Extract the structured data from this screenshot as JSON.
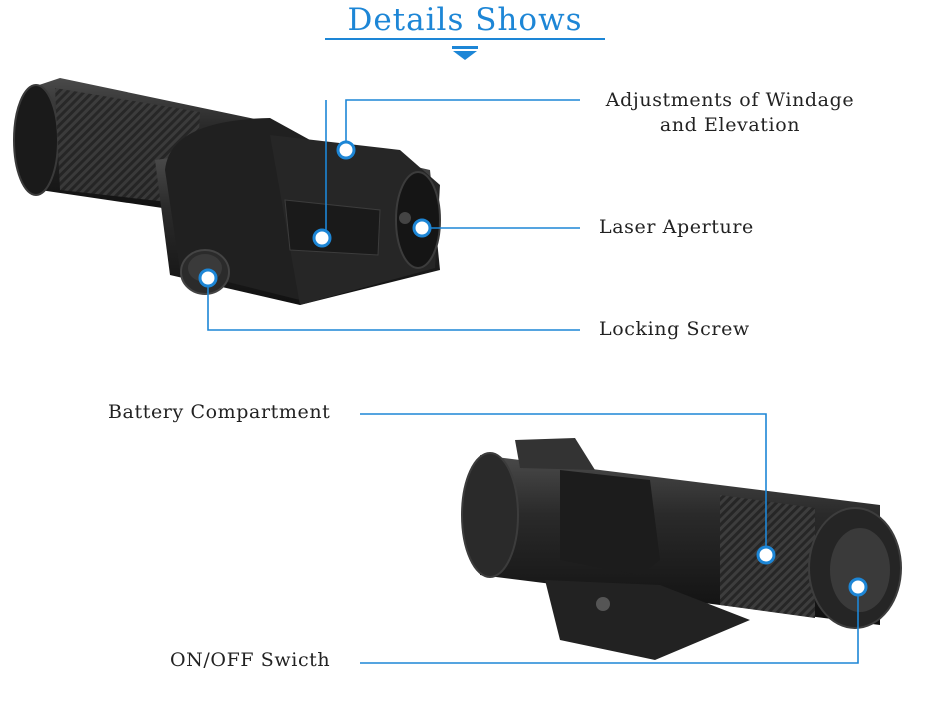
{
  "header": {
    "title": "Details Shows"
  },
  "callouts": {
    "adjustments": "Adjustments of Windage and Elevation",
    "laser_aperture": "Laser Aperture",
    "locking_screw": "Locking Screw",
    "battery": "Battery Compartment",
    "on_off": "ON/OFF Swicth"
  },
  "colors": {
    "accent": "#1d86d6",
    "device": "#1c1c1c",
    "text": "#222222"
  },
  "icons": {
    "title_marker": "double-chevron-down-icon"
  }
}
